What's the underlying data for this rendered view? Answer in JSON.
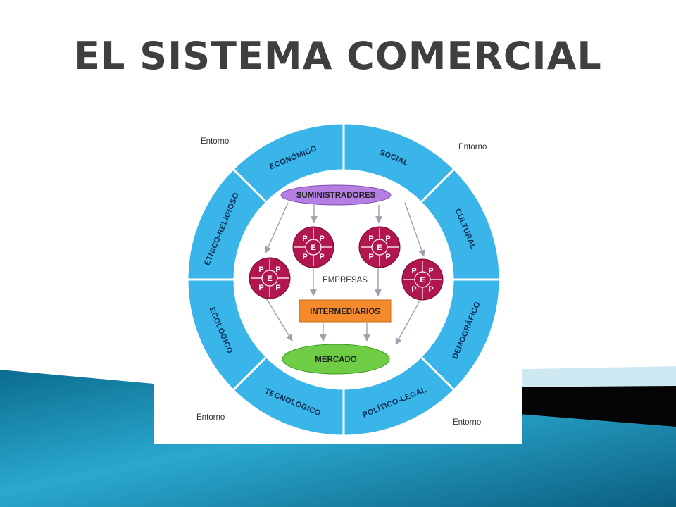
{
  "title": "EL SISTEMA COMERCIAL",
  "diagram": {
    "environment_label": "Entorno",
    "outer_ring": [
      "SOCIAL",
      "CULTURAL",
      "DEMOGRÁFICO",
      "POLÍTICO-LEGAL",
      "TECNOLÓGICO",
      "ECOLÓGICO",
      "ÉTNICO-RELIGIOSO",
      "ECONÓMICO"
    ],
    "suppliers": "SUMINISTRADORES",
    "firms_label": "EMPRESAS",
    "intermediaries": "INTERMEDIARIOS",
    "market": "MERCADO",
    "firm_center_letter": "E",
    "firm_quadrant_letter": "P",
    "firm_count": 4
  },
  "colors": {
    "ring": "#39b5ea",
    "suppliers": "#b47fe0",
    "firms": "#b2164f",
    "intermediaries": "#f58a2c",
    "market": "#6fcd45",
    "background_accent": "#1b8fb0"
  }
}
